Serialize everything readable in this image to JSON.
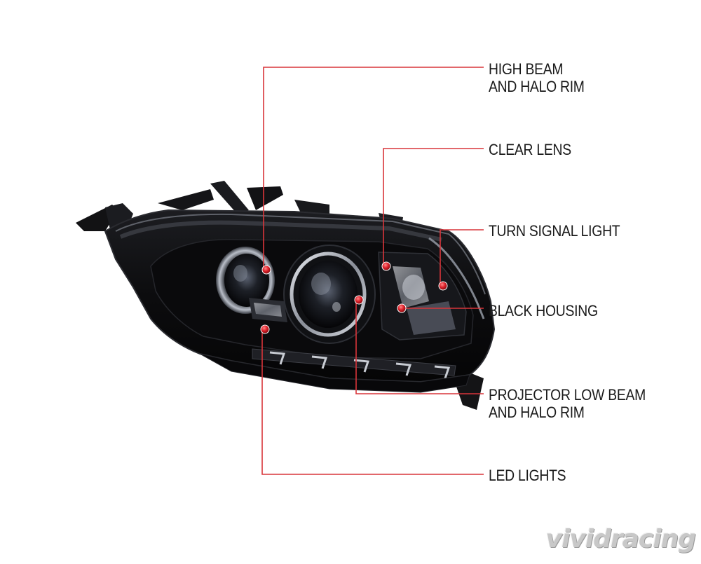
{
  "diagram": {
    "callouts": [
      {
        "id": "high-beam",
        "lines": [
          "HIGH BEAM",
          "AND HALO RIM"
        ]
      },
      {
        "id": "clear-lens",
        "lines": [
          "CLEAR LENS"
        ]
      },
      {
        "id": "turn-signal",
        "lines": [
          "TURN SIGNAL LIGHT"
        ]
      },
      {
        "id": "black-housing",
        "lines": [
          "BLACK HOUSING"
        ]
      },
      {
        "id": "projector-low-beam",
        "lines": [
          "PROJECTOR LOW BEAM",
          "AND HALO RIM"
        ]
      },
      {
        "id": "led-lights",
        "lines": [
          "LED LIGHTS"
        ]
      }
    ],
    "watermark": "vividracing"
  },
  "colors": {
    "leader_line": "#d9353a",
    "dot": "#e0222b",
    "label_text": "#1a1a1a",
    "housing": "#0d0d0f"
  }
}
